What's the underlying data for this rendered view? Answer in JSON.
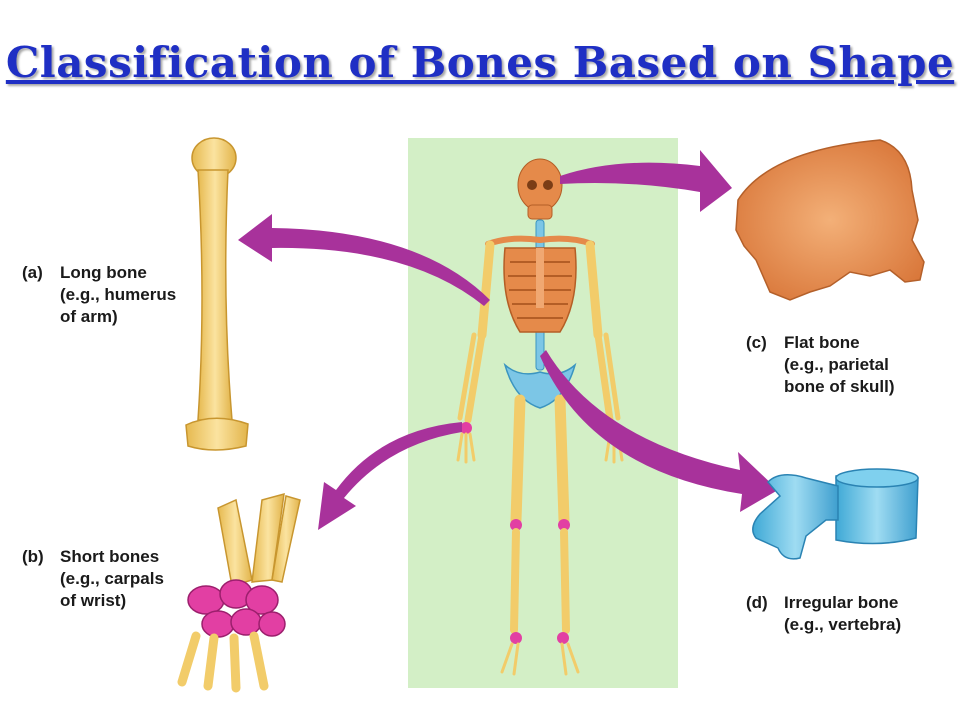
{
  "title": "Classification of Bones Based on Shape",
  "panels": {
    "long": {
      "letter": "(a)",
      "name": "Long bone",
      "example_1": "(e.g., humerus",
      "example_2": "of arm)"
    },
    "short": {
      "letter": "(b)",
      "name": "Short bones",
      "example_1": "(e.g., carpals",
      "example_2": "of wrist)"
    },
    "flat": {
      "letter": "(c)",
      "name": "Flat bone",
      "example_1": "(e.g., parietal",
      "example_2": "bone of skull)"
    },
    "irregular": {
      "letter": "(d)",
      "name": "Irregular bone",
      "example_1": "(e.g., vertebra)",
      "example_2": ""
    }
  },
  "colors": {
    "title": "#1f2fc4",
    "arrow": "#a8329b",
    "panel_bg": "#d3efc6",
    "bone_yellow": "#f2cc6a",
    "skull_orange": "#e58a4a",
    "pelvis_blue": "#7cc6e6",
    "carpal_pink": "#e23fa3"
  }
}
